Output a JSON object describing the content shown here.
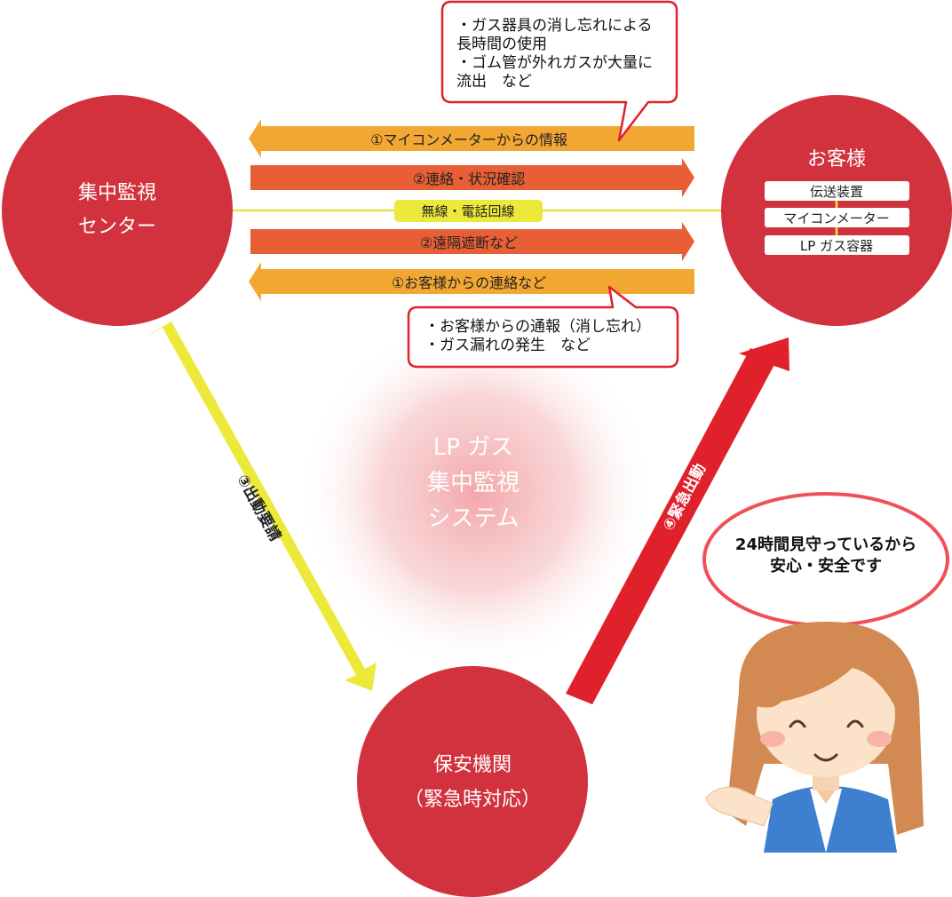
{
  "nodes": {
    "center": {
      "line1": "集中監視",
      "line2": "センター"
    },
    "customer": {
      "title": "お客様",
      "devices": [
        "伝送装置",
        "マイコンメーター",
        "LP ガス容器"
      ]
    },
    "security": {
      "line1": "保安機関",
      "line2": "（緊急時対応）"
    }
  },
  "flows": {
    "micom_info": "①マイコンメーターからの情報",
    "contact_check": "②連絡・状況確認",
    "channel": "無線・電話回線",
    "remote_shutoff": "②遠隔遮断など",
    "customer_contact": "①お客様からの連絡など",
    "dispatch_request": "③出動要請",
    "emergency_dispatch": "④緊急出動"
  },
  "bubbles": {
    "top": [
      "・ガス器具の消し忘れによる",
      "長時間の使用",
      "・ゴム管が外れガスが大量に",
      "流出　など"
    ],
    "middle": [
      "・お客様からの通報（消し忘れ）",
      "・ガス漏れの発生　など"
    ],
    "speech": [
      "24時間見守っているから",
      "安心・安全です"
    ]
  },
  "system_title": [
    "LP ガス",
    "集中監視",
    "システム"
  ],
  "colors": {
    "node_red": "#d1323e",
    "orange_light": "#f3a733",
    "orange_dark": "#e85f35",
    "yellow_arrow": "#ede93b",
    "red_arrow": "#e0202a",
    "bubble_border": "#e0202a"
  }
}
